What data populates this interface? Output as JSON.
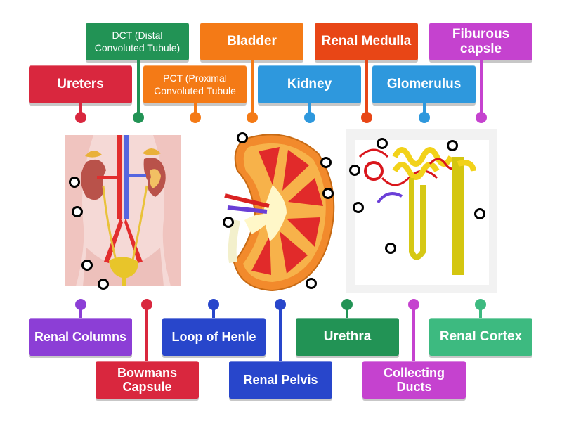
{
  "labels": {
    "dct": "DCT (Distal Convoluted Tubule)",
    "bladder": "Bladder",
    "renal_medulla": "Renal Medulla",
    "fiburous_capsle": "Fiburous capsle",
    "ureters": "Ureters",
    "pct": "PCT (Proximal Convoluted Tubule",
    "kidney": "Kidney",
    "glomerulus": "Glomerulus",
    "renal_columns": "Renal Columns",
    "loop_of_henle": "Loop of Henle",
    "urethra": "Urethra",
    "renal_cortex": "Renal Cortex",
    "bowmans_capsule": "Bowmans Capsule",
    "renal_pelvis": "Renal Pelvis",
    "collecting_ducts": "Collecting Ducts"
  },
  "colors": {
    "red": "#d9273e",
    "green": "#229355",
    "orange": "#f47a16",
    "redorange": "#e84616",
    "blue": "#2e98dd",
    "magenta": "#c542cf",
    "purple": "#8c3ed6",
    "darkblue": "#2846cb",
    "seagreen": "#3dba80"
  }
}
